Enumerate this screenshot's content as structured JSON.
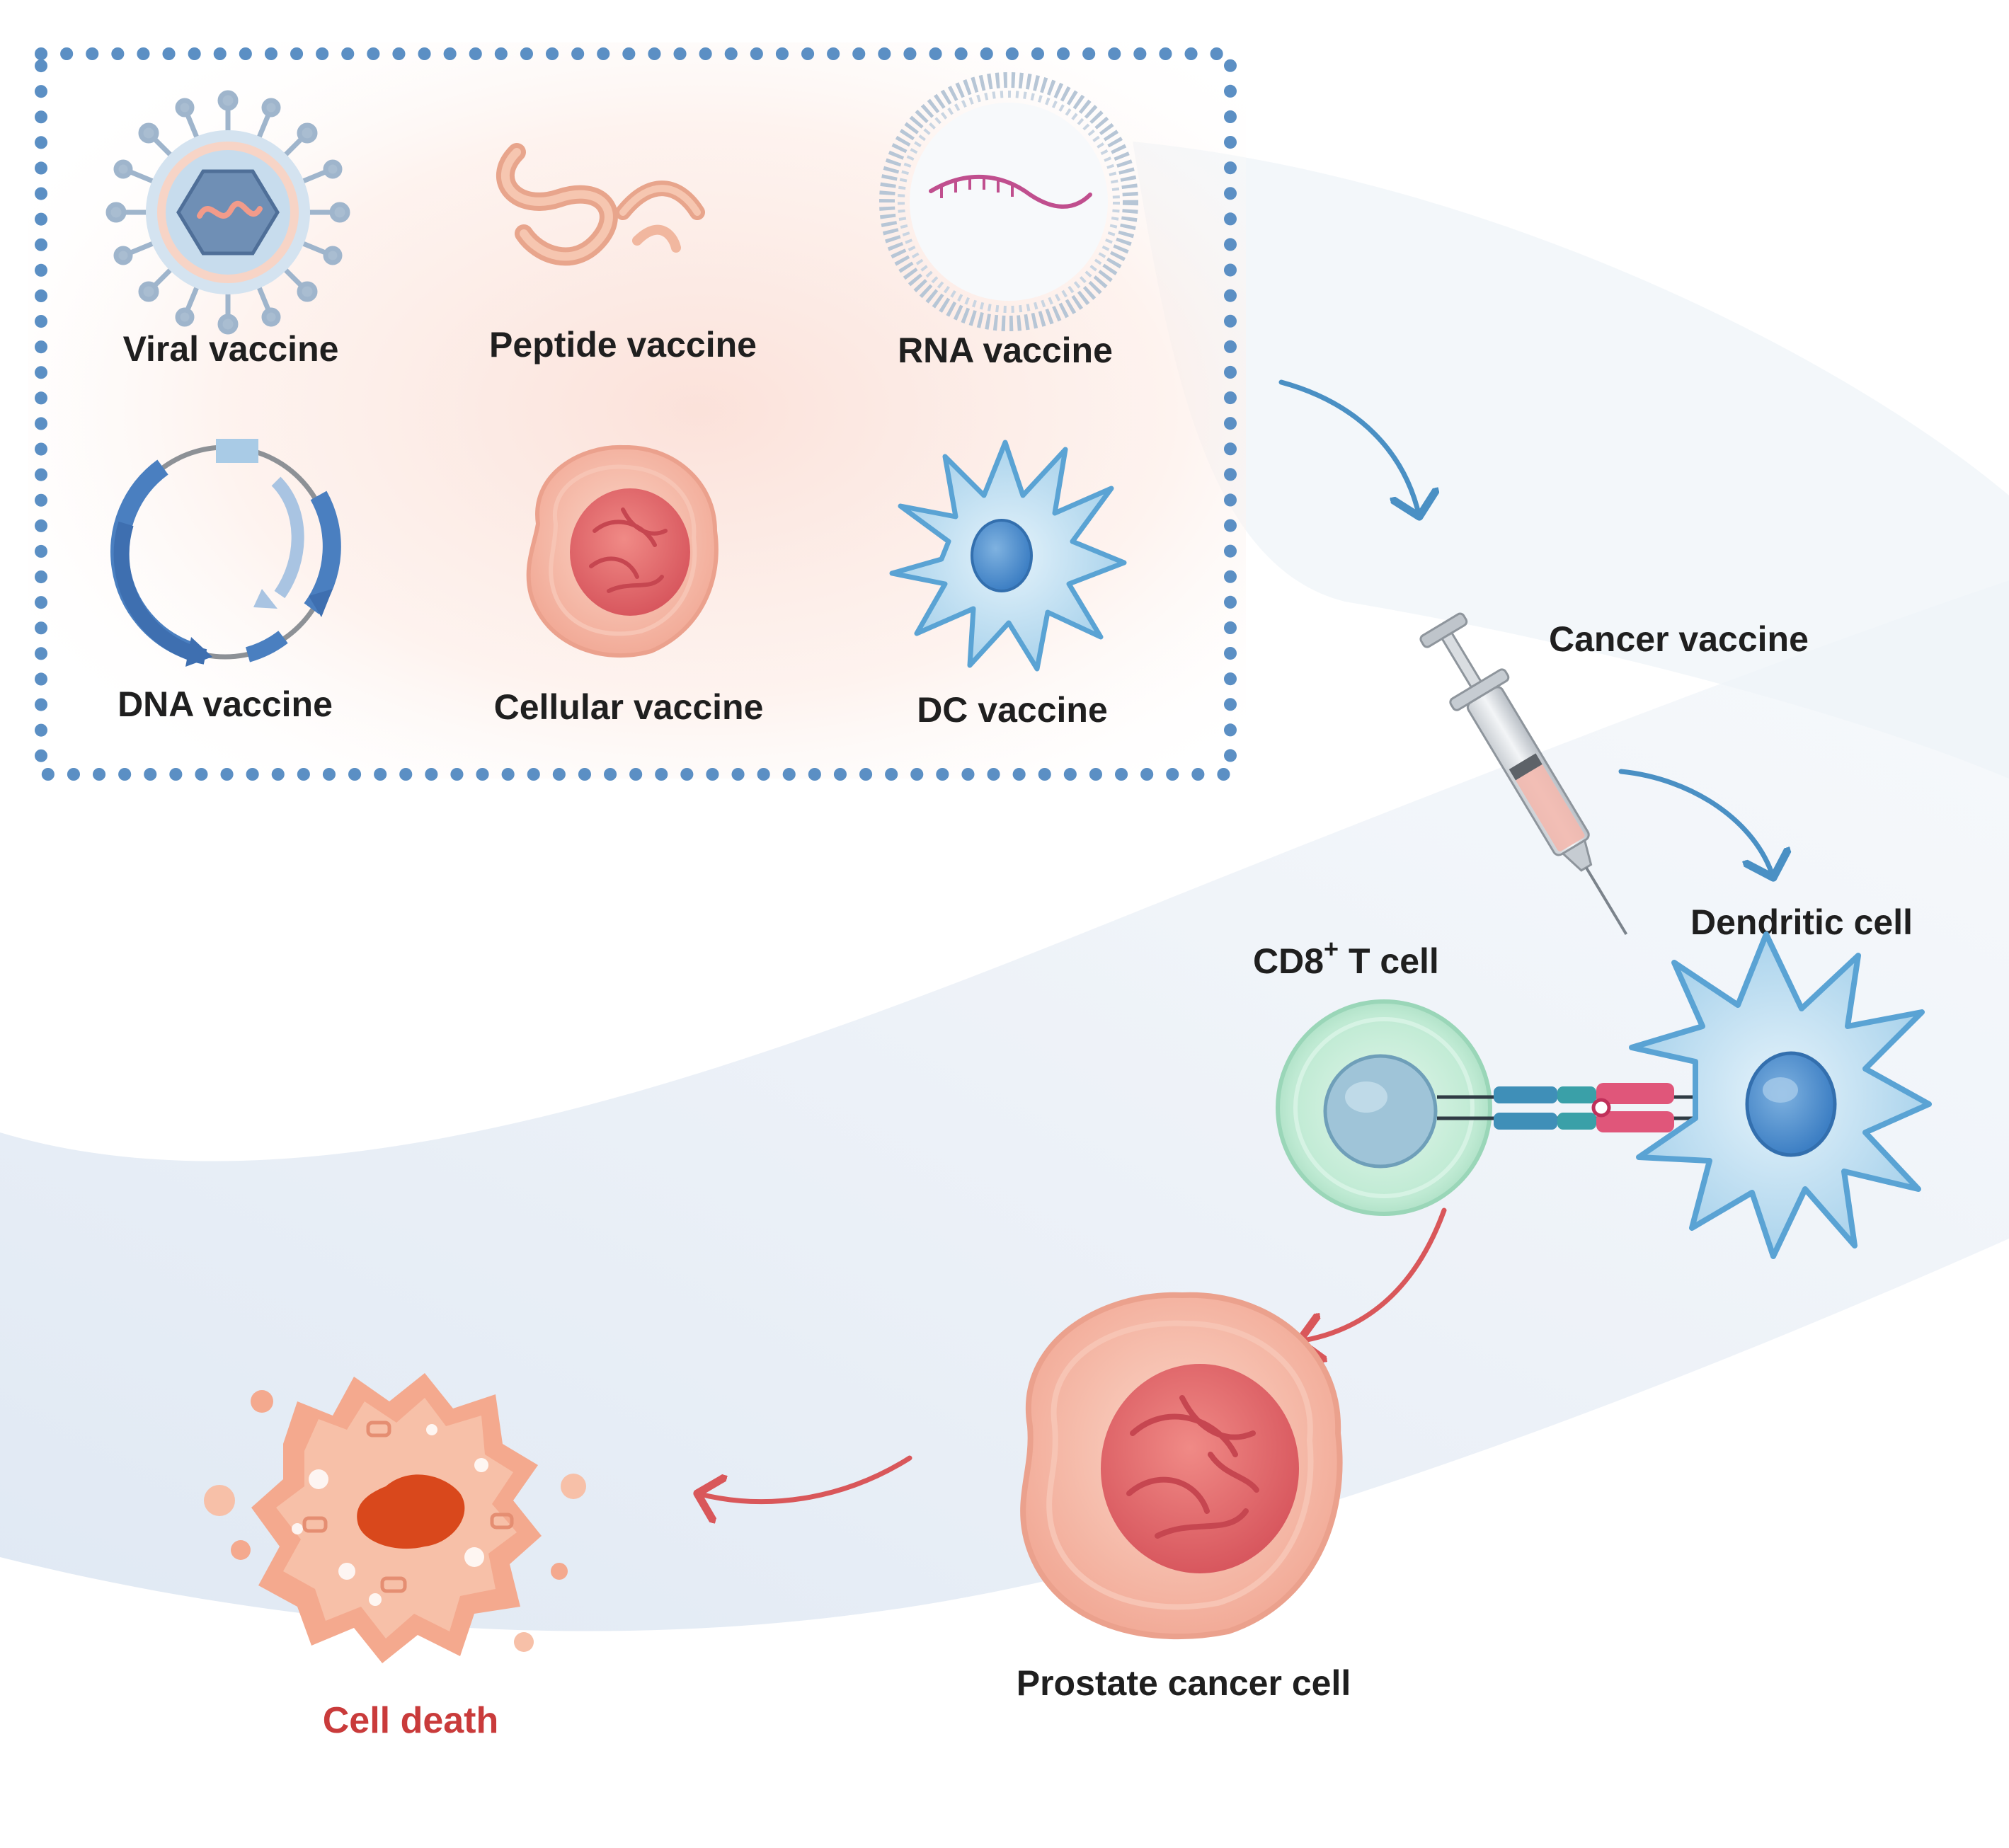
{
  "vaccine_types": {
    "viral": "Viral vaccine",
    "peptide": "Peptide vaccine",
    "rna": "RNA vaccine",
    "dna": "DNA vaccine",
    "cellular": "Cellular vaccine",
    "dc": "DC vaccine"
  },
  "pathway": {
    "cancer_vaccine": "Cancer vaccine",
    "dendritic_cell": "Dendritic cell",
    "cd8_prefix": "CD8",
    "cd8_superscript": "+",
    "cd8_suffix": " T cell",
    "prostate_cancer_cell": "Prostate cancer cell",
    "cell_death": "Cell death"
  },
  "colors": {
    "frame_dots": "#5b8fc4",
    "blue_arrow": "#4a90c4",
    "red_arrow": "#d9575a",
    "death_label": "#c93b3b",
    "dendritic_cell": "#a7d3ec",
    "t_cell": "#c4ecd6",
    "cancer_cell": "#f4b2a2",
    "dead_cell": "#f4a98e"
  }
}
